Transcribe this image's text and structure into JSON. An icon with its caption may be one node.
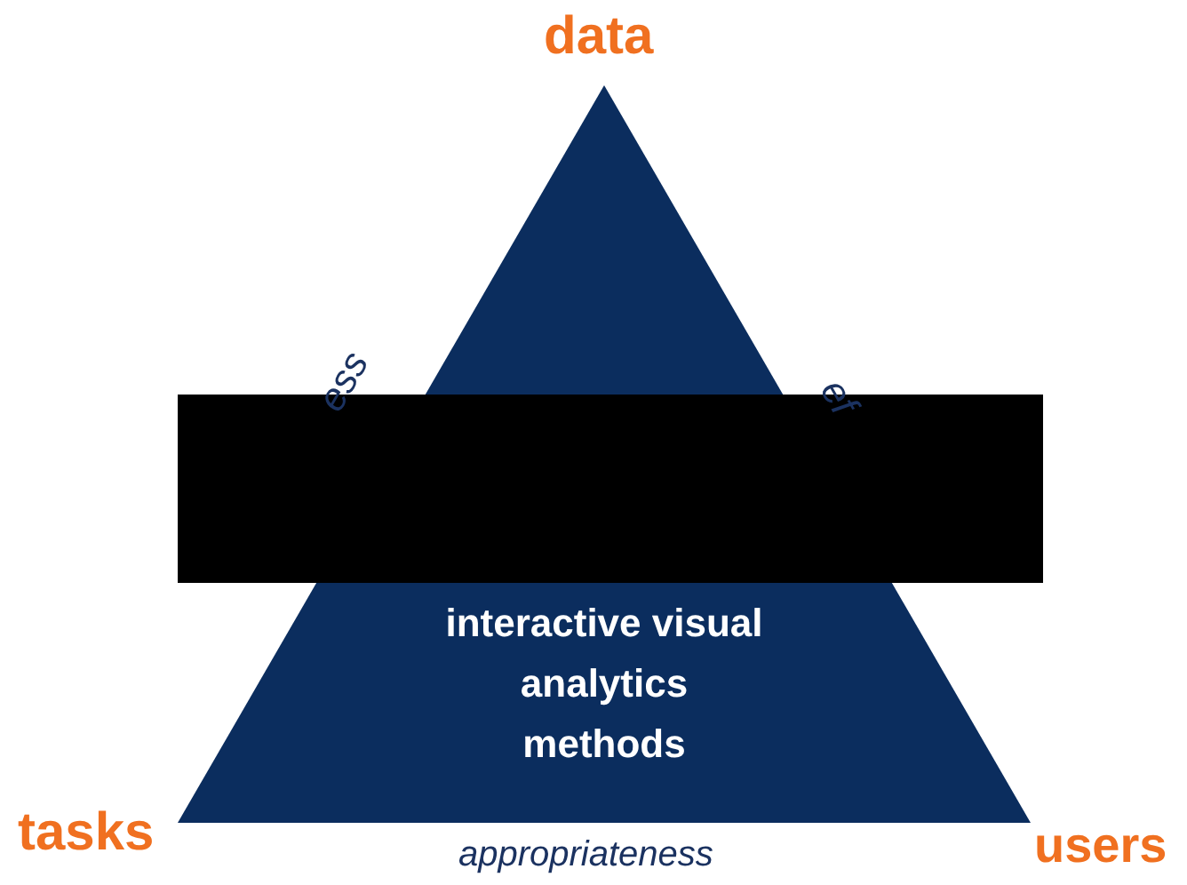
{
  "diagram": {
    "nodes": [
      {
        "text": [
          "interactive visual analytics methods"
        ]
      }
    ],
    "labels": [
      "data",
      "ess",
      "ef",
      "tasks",
      "users",
      "appropriateness"
    ]
  }
}
